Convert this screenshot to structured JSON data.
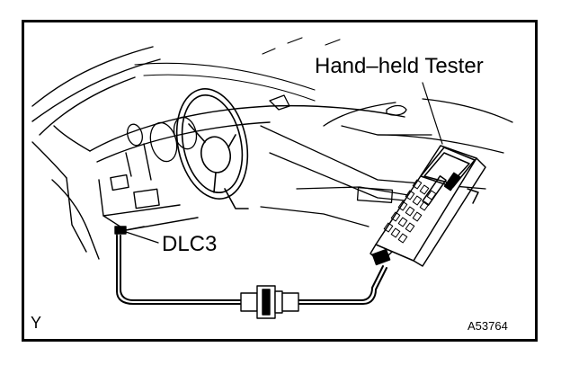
{
  "diagram": {
    "labels": {
      "tester": "Hand–held Tester",
      "connector": "DLC3",
      "view_letter": "Y",
      "figure_code": "A53764"
    }
  }
}
